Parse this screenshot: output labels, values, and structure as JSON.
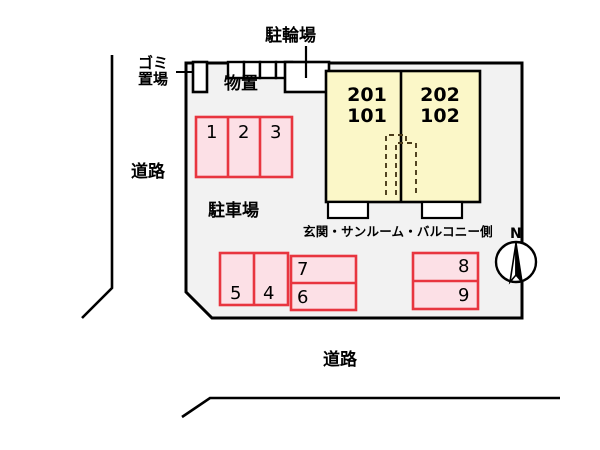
{
  "site": {
    "colors": {
      "site_fill": "#f2f2f2",
      "building_fill": "#fbf7c8",
      "parking_fill": "#fce0e6",
      "parking_stroke": "#e8353f",
      "outline": "#000000",
      "background": "#ffffff"
    }
  },
  "labels": {
    "gomi": "ゴミ\n置場",
    "monooki": "物置",
    "chuurinjou": "駐輪場",
    "chuushajou": "駐車場",
    "road_left": "道路",
    "road_bottom": "道路",
    "building_side_note": "玄関・サンルーム・バルコニー側",
    "compass_north": "N"
  },
  "building": {
    "units": [
      {
        "id": "left",
        "upper": "201",
        "lower": "101"
      },
      {
        "id": "right",
        "upper": "202",
        "lower": "102"
      }
    ]
  },
  "parking": {
    "upper_row": [
      {
        "number": "1"
      },
      {
        "number": "2"
      },
      {
        "number": "3"
      }
    ],
    "lower_left": [
      {
        "number": "5"
      },
      {
        "number": "4"
      }
    ],
    "lower_mid": [
      {
        "number": "7"
      },
      {
        "number": "6"
      }
    ],
    "lower_right": [
      {
        "number": "8"
      },
      {
        "number": "9"
      }
    ]
  }
}
